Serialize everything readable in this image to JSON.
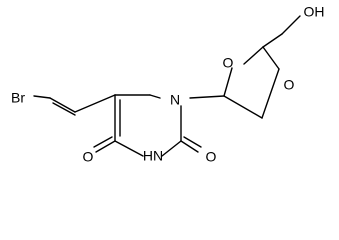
{
  "molecule": {
    "atom_labels": {
      "br": "Br",
      "n1": "N",
      "nh": "HN",
      "o_ring_top": "O",
      "o_ring_right": "O",
      "o_carbonyl_left": "O",
      "o_carbonyl_right": "O",
      "oh": "OH"
    }
  }
}
